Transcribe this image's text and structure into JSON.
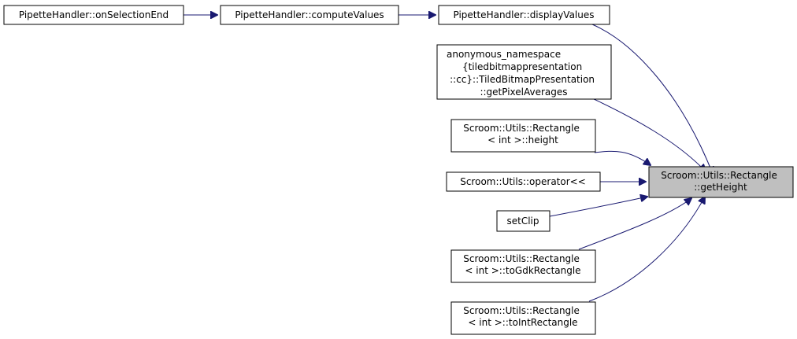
{
  "graph": {
    "edge_color": "#191970",
    "focus_fill": "#bfbfbf",
    "nodes": {
      "on_selection_end": {
        "lines": [
          "PipetteHandler::onSelectionEnd"
        ]
      },
      "compute_values": {
        "lines": [
          "PipetteHandler::computeValues"
        ]
      },
      "display_values": {
        "lines": [
          "PipetteHandler::displayValues"
        ]
      },
      "get_pixel_averages": {
        "lines": [
          "anonymous_namespace",
          "{tiledbitmappresentation",
          "::cc}::TiledBitmapPresentation",
          "::getPixelAverages"
        ]
      },
      "rect_height": {
        "lines": [
          "Scroom::Utils::Rectangle",
          "< int >::height"
        ]
      },
      "operator_lshift": {
        "lines": [
          "Scroom::Utils::operator<<"
        ]
      },
      "set_clip": {
        "lines": [
          "setClip"
        ]
      },
      "to_gdk_rectangle": {
        "lines": [
          "Scroom::Utils::Rectangle",
          "< int >::toGdkRectangle"
        ]
      },
      "to_int_rectangle": {
        "lines": [
          "Scroom::Utils::Rectangle",
          "< int >::toIntRectangle"
        ]
      },
      "get_height": {
        "lines": [
          "Scroom::Utils::Rectangle",
          "::getHeight"
        ]
      }
    }
  }
}
